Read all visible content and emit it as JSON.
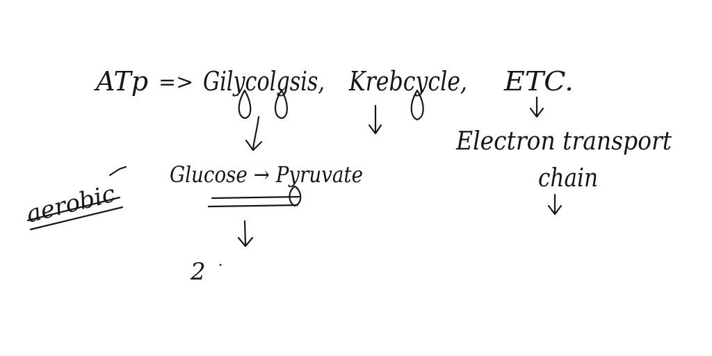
{
  "ink_color": "#161616",
  "background": "#ffffff",
  "notes": {
    "atp": "ATp",
    "implies": "=>",
    "glycolysis": "Gilycolgsis,",
    "krebs": "Krebcycle,",
    "etc": "ETC.",
    "glucose_pyruvate": "Glucose → Pyruvate",
    "electron_transport": "Electron transport",
    "chain": "chain",
    "aerobic": "aerobic",
    "two": "2"
  }
}
